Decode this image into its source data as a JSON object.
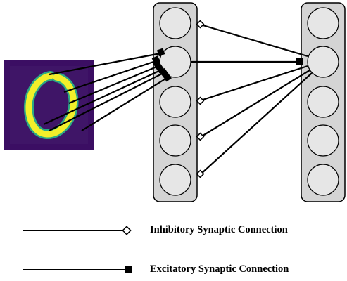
{
  "legend": {
    "inhibitory_label": "Inhibitory Synaptic Connection",
    "excitatory_label": "Excitatory Synaptic Connection"
  },
  "colors": {
    "layer_fill": "#d4d4d4",
    "neuron_fill": "#e6e6e6",
    "digit_background": "#3b0e63",
    "digit_stroke": "#f2ef2a",
    "digit_edge": "#2aa985",
    "line": "#000000"
  },
  "network": {
    "input_image": "handwritten-digit-zero",
    "layer1_neurons": 5,
    "layer2_neurons": 5
  }
}
